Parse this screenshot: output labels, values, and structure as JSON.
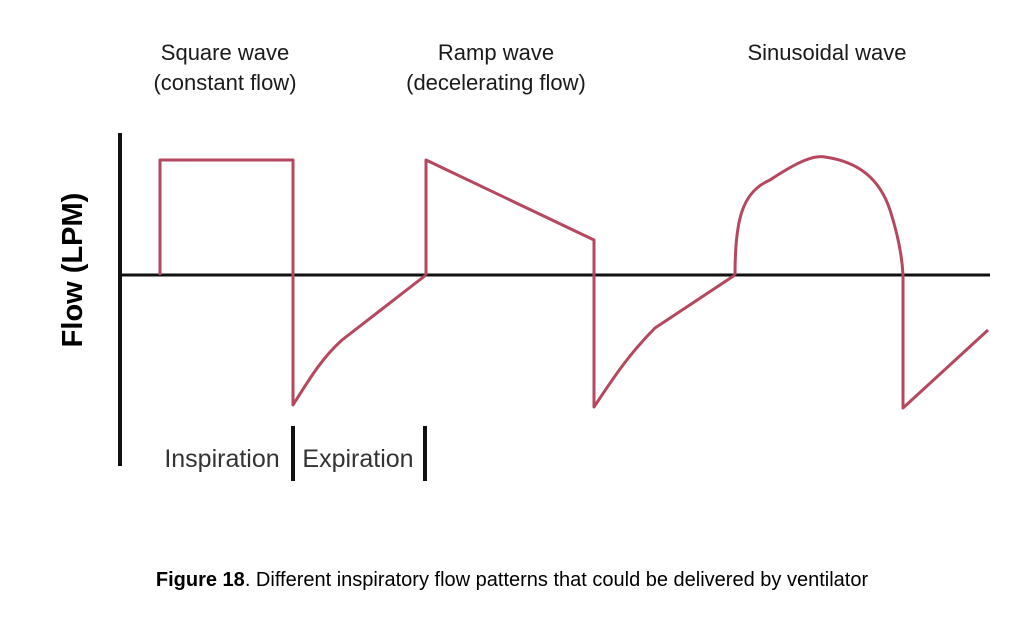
{
  "colors": {
    "waveform": "#b5475f",
    "axis": "#111111",
    "text": "#1a1a1a"
  },
  "titles": {
    "square_line1": "Square wave",
    "square_line2": "(constant flow)",
    "ramp_line1": "Ramp wave",
    "ramp_line2": "(decelerating flow)",
    "sinusoidal": "Sinusoidal wave"
  },
  "axis": {
    "y_label": "Flow (LPM)"
  },
  "phases": {
    "inspiration": "Inspiration",
    "expiration": "Expiration"
  },
  "caption": {
    "label": "Figure 18",
    "text": ". Different inspiratory flow patterns that could be delivered by ventilator"
  }
}
